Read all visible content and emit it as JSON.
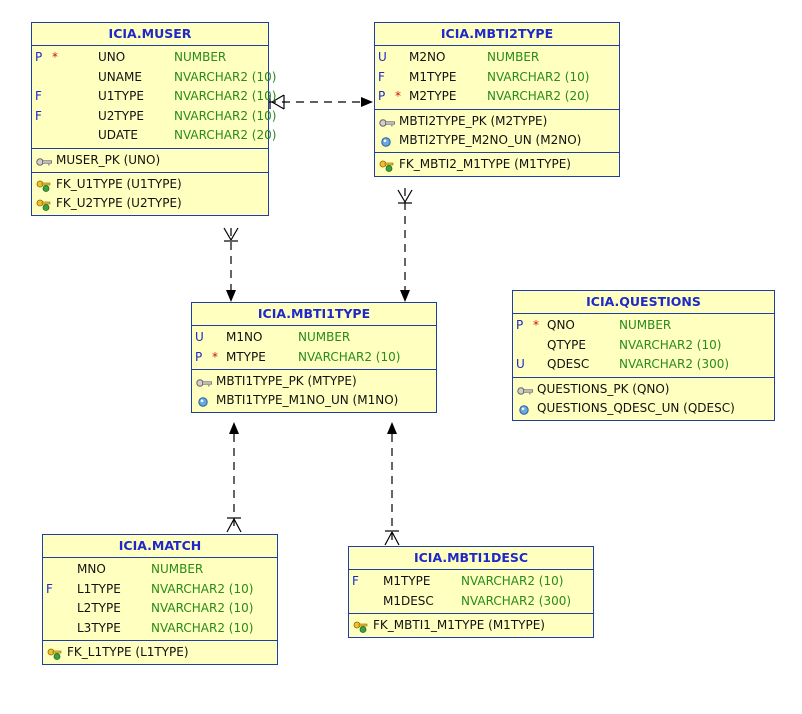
{
  "tables": {
    "muser": {
      "title": "ICIA.MUSER",
      "columns": [
        {
          "flag": "P",
          "star": "*",
          "name": "UNO",
          "type": "NUMBER"
        },
        {
          "flag": "",
          "star": "",
          "name": "UNAME",
          "type": "NVARCHAR2 (10)"
        },
        {
          "flag": "F",
          "star": "",
          "name": "U1TYPE",
          "type": "NVARCHAR2 (10)"
        },
        {
          "flag": "F",
          "star": "",
          "name": "U2TYPE",
          "type": "NVARCHAR2 (10)"
        },
        {
          "flag": "",
          "star": "",
          "name": "UDATE",
          "type": "NVARCHAR2 (20)"
        }
      ],
      "keys": [
        {
          "icon": "primary-key-icon",
          "text": "MUSER_PK (UNO)"
        }
      ],
      "fks": [
        {
          "icon": "foreign-key-icon",
          "text": "FK_U1TYPE (U1TYPE)"
        },
        {
          "icon": "foreign-key-icon",
          "text": "FK_U2TYPE (U2TYPE)"
        }
      ]
    },
    "mbti2type": {
      "title": "ICIA.MBTI2TYPE",
      "columns": [
        {
          "flag": "U",
          "star": "",
          "name": "M2NO",
          "type": "NUMBER"
        },
        {
          "flag": "F",
          "star": "",
          "name": "M1TYPE",
          "type": "NVARCHAR2 (10)"
        },
        {
          "flag": "P",
          "star": "*",
          "name": "M2TYPE",
          "type": "NVARCHAR2 (20)"
        }
      ],
      "keys": [
        {
          "icon": "primary-key-icon",
          "text": "MBTI2TYPE_PK (M2TYPE)"
        },
        {
          "icon": "unique-key-icon",
          "text": "MBTI2TYPE_M2NO_UN (M2NO)"
        }
      ],
      "fks": [
        {
          "icon": "foreign-key-icon",
          "text": "FK_MBTI2_M1TYPE (M1TYPE)"
        }
      ]
    },
    "mbti1type": {
      "title": "ICIA.MBTI1TYPE",
      "columns": [
        {
          "flag": "U",
          "star": "",
          "name": "M1NO",
          "type": "NUMBER"
        },
        {
          "flag": "P",
          "star": "*",
          "name": "MTYPE",
          "type": "NVARCHAR2 (10)"
        }
      ],
      "keys": [
        {
          "icon": "primary-key-icon",
          "text": "MBTI1TYPE_PK (MTYPE)"
        },
        {
          "icon": "unique-key-icon",
          "text": "MBTI1TYPE_M1NO_UN (M1NO)"
        }
      ],
      "fks": []
    },
    "questions": {
      "title": "ICIA.QUESTIONS",
      "columns": [
        {
          "flag": "P",
          "star": "*",
          "name": "QNO",
          "type": "NUMBER"
        },
        {
          "flag": "",
          "star": "",
          "name": "QTYPE",
          "type": "NVARCHAR2 (10)"
        },
        {
          "flag": "U",
          "star": "",
          "name": "QDESC",
          "type": "NVARCHAR2 (300)"
        }
      ],
      "keys": [
        {
          "icon": "primary-key-icon",
          "text": "QUESTIONS_PK (QNO)"
        },
        {
          "icon": "unique-key-icon",
          "text": "QUESTIONS_QDESC_UN (QDESC)"
        }
      ],
      "fks": []
    },
    "match": {
      "title": "ICIA.MATCH",
      "columns": [
        {
          "flag": "",
          "star": "",
          "name": "MNO",
          "type": "NUMBER"
        },
        {
          "flag": "F",
          "star": "",
          "name": "L1TYPE",
          "type": "NVARCHAR2 (10)"
        },
        {
          "flag": "",
          "star": "",
          "name": "L2TYPE",
          "type": "NVARCHAR2 (10)"
        },
        {
          "flag": "",
          "star": "",
          "name": "L3TYPE",
          "type": "NVARCHAR2 (10)"
        }
      ],
      "keys": [],
      "fks": [
        {
          "icon": "foreign-key-icon",
          "text": "FK_L1TYPE (L1TYPE)"
        }
      ]
    },
    "mbti1desc": {
      "title": "ICIA.MBTI1DESC",
      "columns": [
        {
          "flag": "F",
          "star": "",
          "name": "M1TYPE",
          "type": "NVARCHAR2 (10)"
        },
        {
          "flag": "",
          "star": "",
          "name": "M1DESC",
          "type": "NVARCHAR2 (300)"
        }
      ],
      "keys": [],
      "fks": [
        {
          "icon": "foreign-key-icon",
          "text": "FK_MBTI1_M1TYPE (M1TYPE)"
        }
      ]
    }
  },
  "relationships": [
    {
      "from": "muser",
      "to": "mbti2type"
    },
    {
      "from": "muser",
      "to": "mbti1type"
    },
    {
      "from": "mbti2type",
      "to": "mbti1type"
    },
    {
      "from": "match",
      "to": "mbti1type"
    },
    {
      "from": "mbti1desc",
      "to": "mbti1type"
    }
  ],
  "colors": {
    "table_fill": "#ffffc0",
    "border": "#1f3fa0",
    "title": "#1f28c8",
    "type_text": "#2a8a1a",
    "mandatory_star": "#d01010",
    "line": "#000000"
  }
}
